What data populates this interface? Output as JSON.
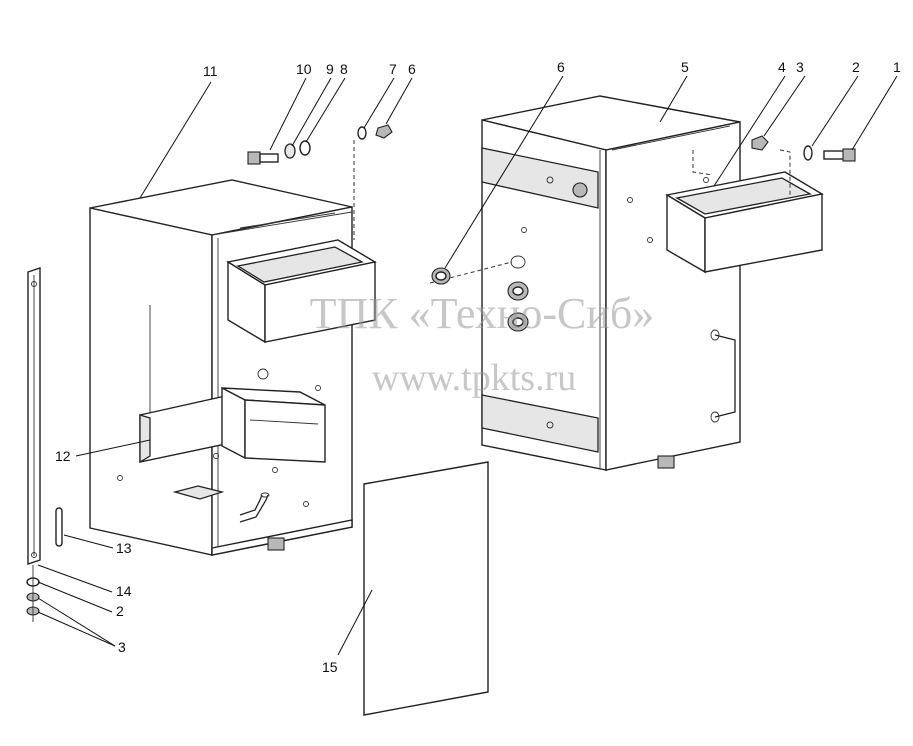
{
  "watermark": {
    "line1": "ТПК «Техно-Сиб»",
    "line2": "www.tpkts.ru"
  },
  "callouts": [
    {
      "id": "c1",
      "text": "1"
    },
    {
      "id": "c2",
      "text": "2"
    },
    {
      "id": "c3",
      "text": "3"
    },
    {
      "id": "c4",
      "text": "4"
    },
    {
      "id": "c5",
      "text": "5"
    },
    {
      "id": "c6",
      "text": "6"
    },
    {
      "id": "c7",
      "text": "7"
    },
    {
      "id": "c8",
      "text": "8"
    },
    {
      "id": "c9",
      "text": "9"
    },
    {
      "id": "c10",
      "text": "10"
    },
    {
      "id": "c11",
      "text": "11"
    },
    {
      "id": "c12",
      "text": "12"
    },
    {
      "id": "c13",
      "text": "13"
    },
    {
      "id": "c14",
      "text": "14"
    },
    {
      "id": "c2b",
      "text": "2"
    },
    {
      "id": "c3b",
      "text": "3"
    },
    {
      "id": "c15",
      "text": "15"
    }
  ]
}
